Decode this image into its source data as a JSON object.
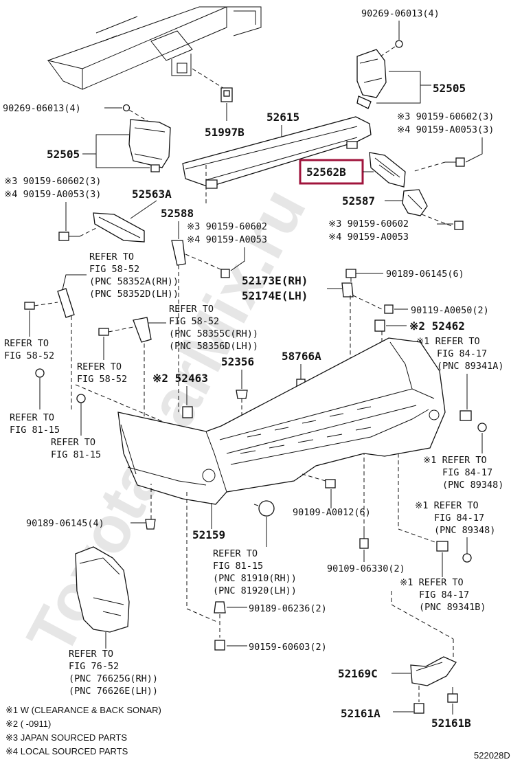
{
  "watermark": "ToyotaCarMix.ru",
  "diagram_code": "522028D",
  "highlight_color": "#a0143c",
  "parts": {
    "p90269_top": "90269-06013(4)",
    "p52505_right": "52505",
    "p52615": "52615",
    "p90269_left": "90269-06013(4)",
    "p51997b": "51997B",
    "n3_90159_60602_3_a": "※3 90159-60602(3)",
    "n4_90159_a0053_3_a": "※4 90159-A0053(3)",
    "p52505_left": "52505",
    "p52562b": "52562B",
    "n3_90159_60602_3_b": "※3 90159-60602(3)",
    "n4_90159_a0053_3_b": "※4 90159-A0053(3)",
    "p52563a": "52563A",
    "p52587": "52587",
    "p52588": "52588",
    "n3_90159_60602_c": "※3 90159-60602",
    "n4_90159_a0053_c": "※4 90159-A0053",
    "n3_90159_60602_d": "※3 90159-60602",
    "n4_90159_a0053_d": "※4 90159-A0053",
    "p90189_06145_6": "90189-06145(6)",
    "p52173e": "52173E(RH)",
    "p52174e": "52174E(LH)",
    "p90119_a0050": "90119-A0050(2)",
    "n2_52462": "※2 52462",
    "p52356": "52356",
    "p58766a": "58766A",
    "n2_52463": "※2 52463",
    "p90109_a0012": "90109-A0012(6)",
    "p90189_06145_4": "90189-06145(4)",
    "p52159": "52159",
    "p90109_06330": "90109-06330(2)",
    "p90189_06236": "90189-06236(2)",
    "p90159_60603": "90159-60603(2)",
    "p52169c": "52169C",
    "p52161a": "52161A",
    "p52161b": "52161B"
  },
  "refs": {
    "r58_52_a": [
      "REFER TO",
      "FIG 58-52",
      "(PNC 58352A(RH))",
      "(PNC 58352D(LH))"
    ],
    "r58_52_b": [
      "REFER TO",
      "FIG 58-52",
      "(PNC 58355C(RH))",
      "(PNC 58356D(LH))"
    ],
    "r58_52_c": [
      "REFER TO",
      "FIG 58-52"
    ],
    "r58_52_d": [
      "REFER TO",
      "FIG 58-52"
    ],
    "r84_17_a": [
      "※1 REFER TO",
      "FIG 84-17",
      "(PNC 89341A)"
    ],
    "r81_15_a": [
      "REFER TO",
      "FIG 81-15"
    ],
    "r81_15_b": [
      "REFER TO",
      "FIG 81-15"
    ],
    "r84_17_b": [
      "※1 REFER TO",
      "FIG 84-17",
      "(PNC 89348)"
    ],
    "r84_17_c": [
      "※1 REFER TO",
      "FIG 84-17",
      "(PNC 89348)"
    ],
    "r81_15_c": [
      "REFER TO",
      "FIG 81-15",
      "(PNC 81910(RH))",
      "(PNC 81920(LH))"
    ],
    "r84_17_d": [
      "※1 REFER TO",
      "FIG 84-17",
      "(PNC 89341B)"
    ],
    "r76_52": [
      "REFER TO",
      "FIG 76-52",
      "(PNC 76625G(RH))",
      "(PNC 76626E(LH))"
    ]
  },
  "notes": [
    "※1 W (CLEARANCE & BACK  SONAR)",
    "※2 (       -0911)",
    "※3 JAPAN SOURCED PARTS",
    "※4 LOCAL SOURCED PARTS"
  ]
}
